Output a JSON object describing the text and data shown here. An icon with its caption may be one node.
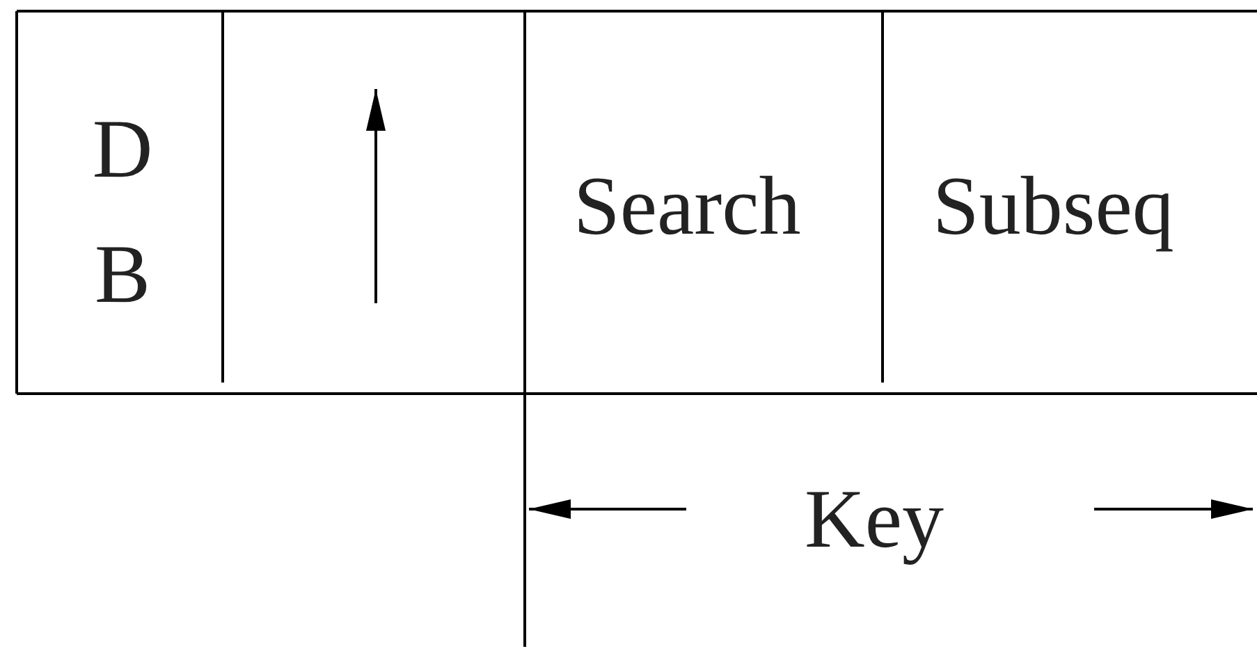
{
  "diagram": {
    "labels": [
      "D B",
      "Search",
      "Subseq",
      "Key"
    ]
  }
}
